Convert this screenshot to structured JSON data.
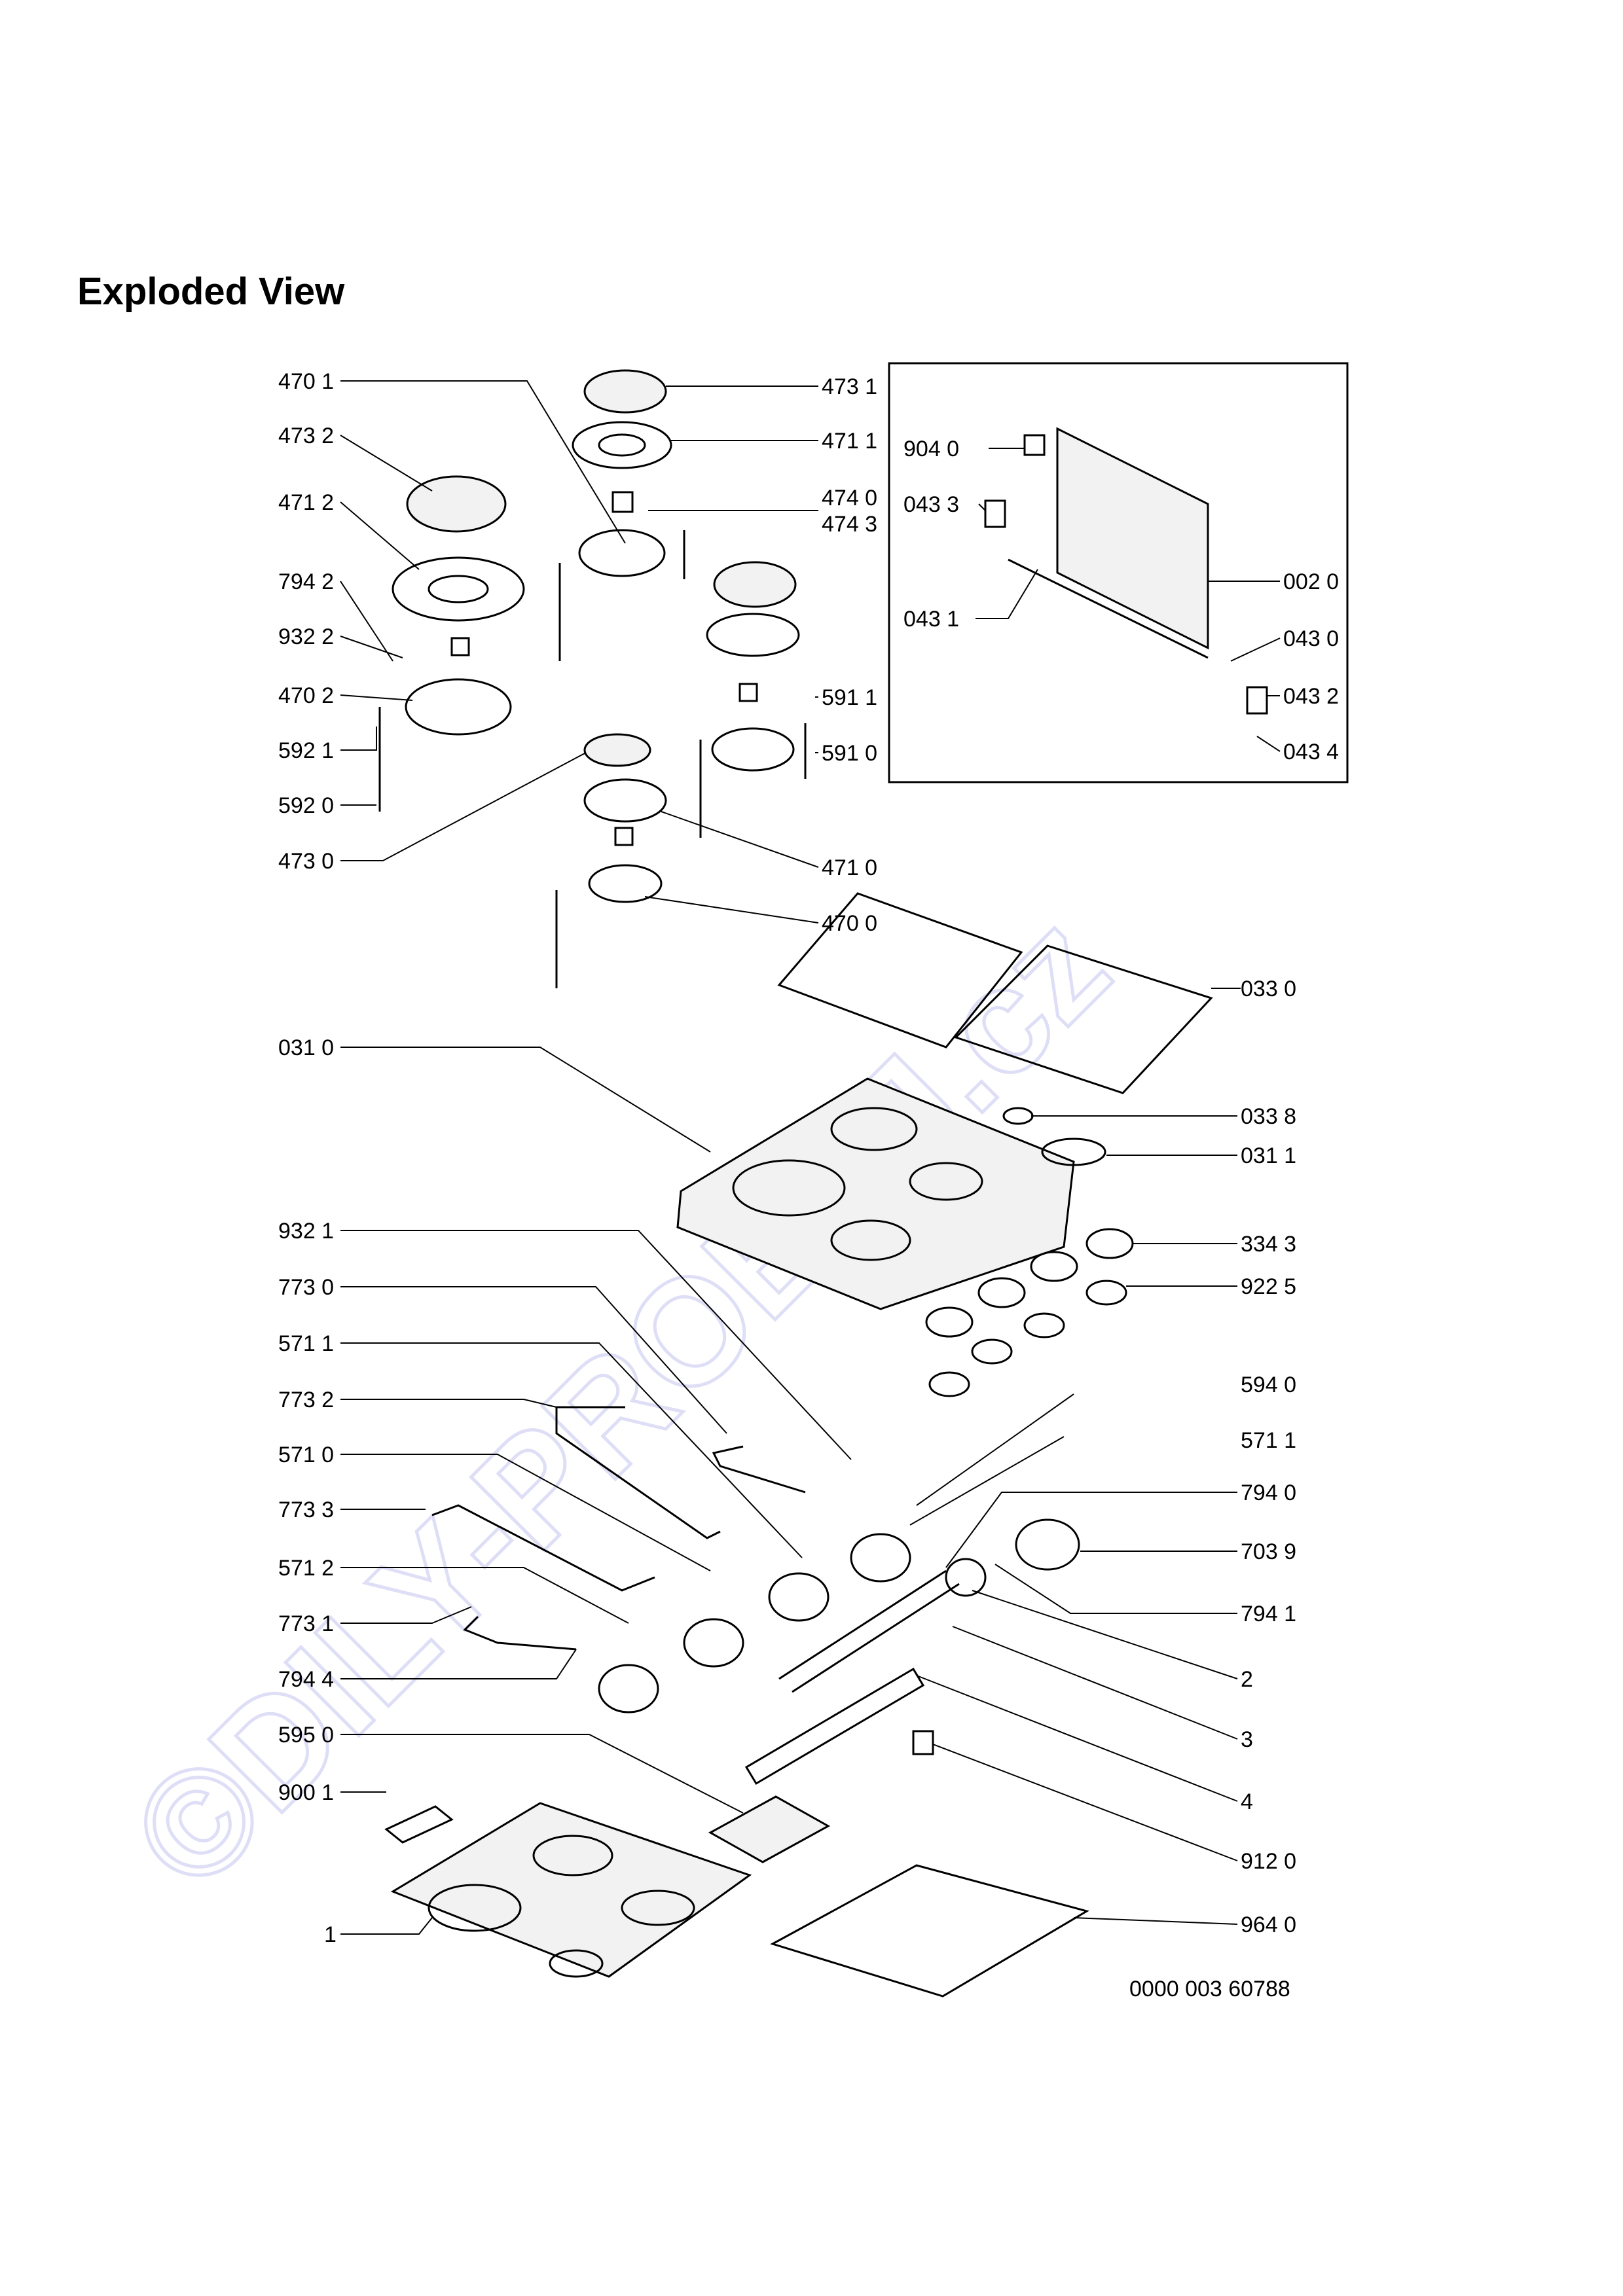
{
  "page": {
    "title": "Exploded View",
    "diagram_code": "0000 003 60788",
    "watermark": "©DILY-PROBEJ.cz"
  },
  "callouts": [
    {
      "id": "470-1",
      "text": "470 1"
    },
    {
      "id": "473-2",
      "text": "473 2"
    },
    {
      "id": "471-2",
      "text": "471 2"
    },
    {
      "id": "794-2",
      "text": "794 2"
    },
    {
      "id": "932-2",
      "text": "932 2"
    },
    {
      "id": "470-2",
      "text": "470 2"
    },
    {
      "id": "592-1",
      "text": "592 1"
    },
    {
      "id": "592-0",
      "text": "592 0"
    },
    {
      "id": "473-0",
      "text": "473 0"
    },
    {
      "id": "473-1",
      "text": "473 1"
    },
    {
      "id": "471-1",
      "text": "471 1"
    },
    {
      "id": "474-0",
      "text": "474 0"
    },
    {
      "id": "474-3",
      "text": "474 3"
    },
    {
      "id": "591-1",
      "text": "591 1"
    },
    {
      "id": "591-0",
      "text": "591 0"
    },
    {
      "id": "471-0",
      "text": "471 0"
    },
    {
      "id": "470-0",
      "text": "470 0"
    },
    {
      "id": "904-0",
      "text": "904 0"
    },
    {
      "id": "043-3",
      "text": "043 3"
    },
    {
      "id": "043-1",
      "text": "043 1"
    },
    {
      "id": "002-0",
      "text": "002 0"
    },
    {
      "id": "043-0",
      "text": "043 0"
    },
    {
      "id": "043-2",
      "text": "043 2"
    },
    {
      "id": "043-4",
      "text": "043 4"
    },
    {
      "id": "033-0",
      "text": "033 0"
    },
    {
      "id": "031-0",
      "text": "031 0"
    },
    {
      "id": "033-8",
      "text": "033 8"
    },
    {
      "id": "031-1",
      "text": "031 1"
    },
    {
      "id": "932-1",
      "text": "932 1"
    },
    {
      "id": "334-3",
      "text": "334 3"
    },
    {
      "id": "773-0",
      "text": "773 0"
    },
    {
      "id": "922-5",
      "text": "922 5"
    },
    {
      "id": "571-1a",
      "text": "571 1"
    },
    {
      "id": "594-0",
      "text": "594 0"
    },
    {
      "id": "773-2",
      "text": "773 2"
    },
    {
      "id": "571-1b",
      "text": "571 1"
    },
    {
      "id": "571-0",
      "text": "571 0"
    },
    {
      "id": "794-0",
      "text": "794 0"
    },
    {
      "id": "773-3",
      "text": "773 3"
    },
    {
      "id": "703-9",
      "text": "703 9"
    },
    {
      "id": "571-2",
      "text": "571 2"
    },
    {
      "id": "794-1",
      "text": "794 1"
    },
    {
      "id": "773-1",
      "text": "773 1"
    },
    {
      "id": "794-4",
      "text": "794 4"
    },
    {
      "id": "2",
      "text": "2"
    },
    {
      "id": "595-0",
      "text": "595 0"
    },
    {
      "id": "3",
      "text": "3"
    },
    {
      "id": "900-1",
      "text": "900 1"
    },
    {
      "id": "4",
      "text": "4"
    },
    {
      "id": "912-0",
      "text": "912 0"
    },
    {
      "id": "1",
      "text": "1"
    },
    {
      "id": "964-0",
      "text": "964 0"
    }
  ]
}
